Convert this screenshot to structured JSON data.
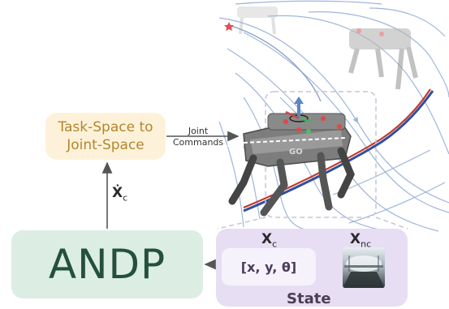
{
  "diagram": {
    "task_space_box": {
      "line1": "Task-Space to",
      "line2": "Joint-Space"
    },
    "joint_commands": {
      "line1": "Joint",
      "line2": "Commands"
    },
    "xdot_label": {
      "symbol": "Ẋ",
      "sub": "c"
    },
    "andp_label": "ANDP",
    "state_box": {
      "title": "State",
      "xc": {
        "symbol": "X",
        "sub": "c"
      },
      "xnc": {
        "symbol": "X",
        "sub": "nc"
      },
      "pose_vector": "[x, y, θ]"
    },
    "robot_badge": "GO"
  },
  "colors": {
    "task_box_bg": "#fdf2d9",
    "andp_bg": "#dcede4",
    "state_bg": "#e7def3",
    "flow_lines": "#9fb6d8",
    "trajectory_red": "#c0392b",
    "trajectory_blue": "#2f4fa0"
  }
}
